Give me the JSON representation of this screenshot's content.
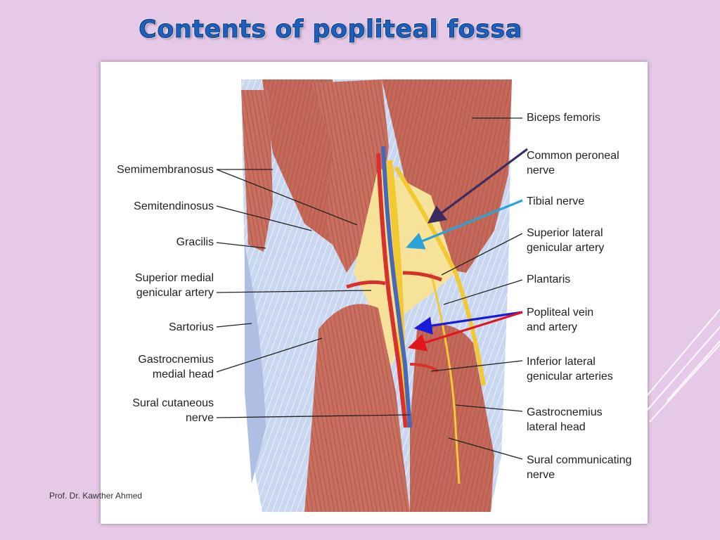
{
  "slide": {
    "title": "Contents of popliteal fossa",
    "credit": "Prof. Dr. Kawther Ahmed"
  },
  "labels_left": {
    "semimembranosus": "Semimembranosus",
    "semitendinosus": "Semitendinosus",
    "gracilis": "Gracilis",
    "superior_medial_genicular_artery": [
      "Superior medial",
      "genicular artery"
    ],
    "sartorius": "Sartorius",
    "gastrocnemius_medial_head": [
      "Gastrocnemius",
      "medial head"
    ],
    "sural_cutaneous_nerve": [
      "Sural cutaneous",
      "nerve"
    ]
  },
  "labels_right": {
    "biceps_femoris": "Biceps femoris",
    "common_peroneal_nerve": [
      "Common peroneal",
      "nerve"
    ],
    "tibial_nerve": "Tibial nerve",
    "superior_lateral_genicular_artery": [
      "Superior lateral",
      "genicular artery"
    ],
    "plantaris": "Plantaris",
    "popliteal_vein_and_artery": [
      "Popliteal vein",
      "and artery"
    ],
    "inferior_lateral_genicular_arteries": [
      "Inferior lateral",
      "genicular arteries"
    ],
    "gastrocnemius_lateral_head": [
      "Gastrocnemius",
      "lateral head"
    ],
    "sural_communicating_nerve": [
      "Sural communicating",
      "nerve"
    ]
  },
  "colors": {
    "background": "#e6c9e6",
    "title": "#1f5fb8",
    "muscle": "#c4695a",
    "fascia": "#c9d6ef",
    "nerve": "#f2c933",
    "artery": "#d7302d",
    "vein": "#4767b7",
    "arrow_common_peroneal": "#3d2a5e",
    "arrow_tibial": "#2aa3d8",
    "arrow_vein": "#1a1adb",
    "arrow_artery": "#e0181e"
  }
}
